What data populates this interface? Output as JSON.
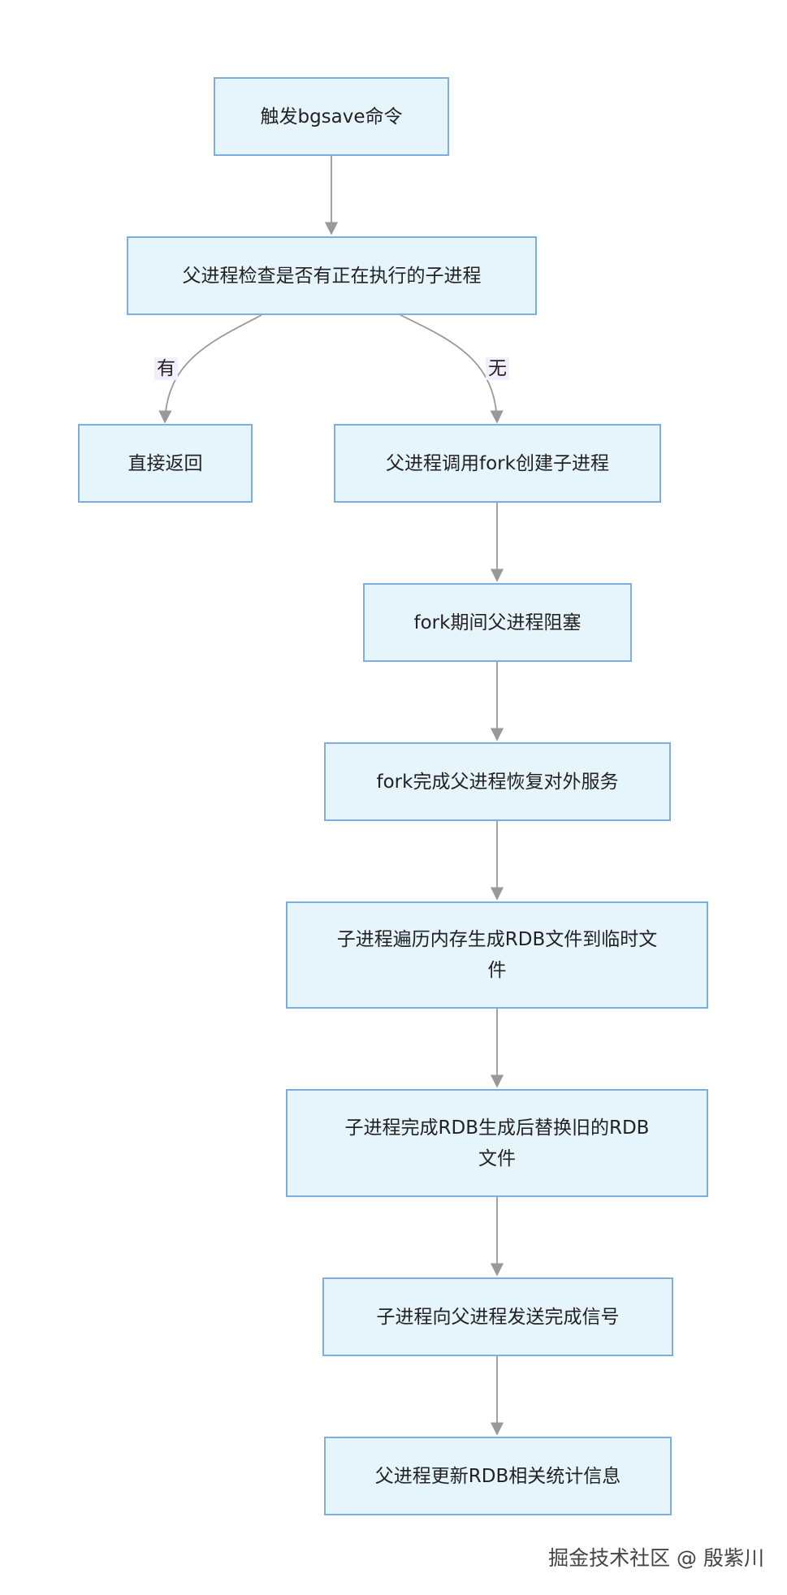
{
  "nodes": {
    "trigger": "触发bgsave命令",
    "check": "父进程检查是否有正在执行的子进程",
    "return": "直接返回",
    "fork": "父进程调用fork创建子进程",
    "blocked": "fork期间父进程阻塞",
    "resume": "fork完成父进程恢复对外服务",
    "traverse": "子进程遍历内存生成RDB文件到临时文件",
    "replace": "子进程完成RDB生成后替换旧的RDB文件",
    "signal": "子进程向父进程发送完成信号",
    "update": "父进程更新RDB相关统计信息"
  },
  "edge_labels": {
    "yes": "有",
    "no": "无"
  },
  "watermark": "掘金技术社区 @ 殷紫川",
  "colors": {
    "node_fill": "#e6f4fb",
    "node_border": "#7eaee0",
    "edge": "#999999",
    "label_bg": "#f2eefb"
  }
}
